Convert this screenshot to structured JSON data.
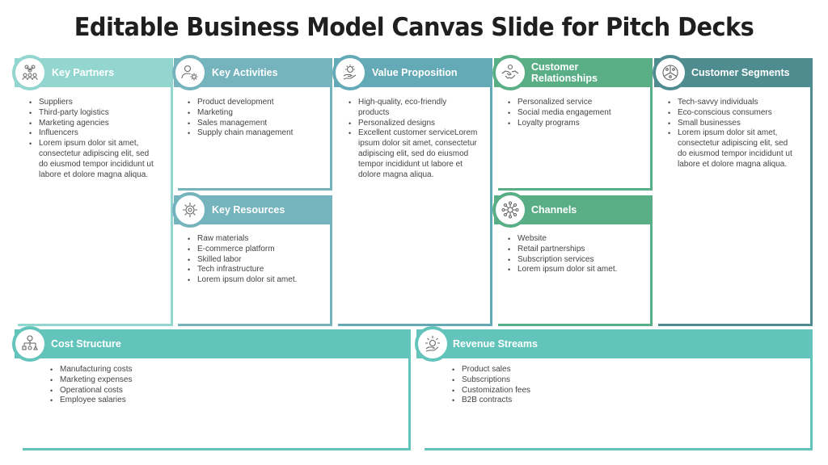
{
  "title": "Editable Business Model Canvas Slide for Pitch Decks",
  "colors": {
    "key_partners": "#93d6cf",
    "key_activities": "#75b3bd",
    "value_proposition": "#64aab6",
    "customer_relationships": "#5aae86",
    "customer_segments": "#4e8c90",
    "key_resources": "#75b3bd",
    "channels": "#5aae86",
    "cost_structure": "#63c4bb",
    "revenue_streams": "#63c4bb"
  },
  "blocks": {
    "key_partners": {
      "title": "Key Partners",
      "icon": "partners-network-icon",
      "items": [
        "Suppliers",
        "Third-party logistics",
        "Marketing agencies",
        "Influencers",
        "Lorem ipsum dolor sit amet, consectetur adipiscing elit, sed do eiusmod tempor incididunt ut labore et dolore magna aliqua."
      ]
    },
    "key_activities": {
      "title": "Key Activities",
      "icon": "person-gear-icon",
      "items": [
        "Product development",
        "Marketing",
        "Sales management",
        "Supply chain management"
      ]
    },
    "value_proposition": {
      "title": "Value Proposition",
      "icon": "hand-idea-icon",
      "items": [
        "High-quality, eco-friendly products",
        "Personalized designs",
        "Excellent customer serviceLorem ipsum dolor sit amet, consectetur adipiscing elit, sed do eiusmod tempor incididunt ut labore et dolore magna aliqua."
      ]
    },
    "customer_relationships": {
      "title_line1": "Customer",
      "title_line2": "Relationships",
      "icon": "handshake-icon",
      "items": [
        "Personalized service",
        "Social media engagement",
        "Loyalty programs"
      ]
    },
    "customer_segments": {
      "title": "Customer Segments",
      "icon": "segments-pie-icon",
      "items": [
        "Tech-savvy individuals",
        "Eco-conscious consumers",
        "Small businesses",
        "Lorem ipsum dolor sit amet, consectetur adipiscing elit, sed do eiusmod tempor incididunt ut labore et dolore magna aliqua."
      ]
    },
    "key_resources": {
      "title": "Key Resources",
      "icon": "resources-gear-icon",
      "items": [
        "Raw materials",
        "E-commerce platform",
        "Skilled labor",
        "Tech infrastructure",
        "Lorem ipsum dolor sit amet."
      ]
    },
    "channels": {
      "title": "Channels",
      "icon": "network-hub-icon",
      "items": [
        "Website",
        "Retail partnerships",
        "Subscription services",
        "Lorem ipsum dolor sit amet."
      ]
    },
    "cost_structure": {
      "title": "Cost Structure",
      "icon": "cost-hierarchy-icon",
      "items": [
        "Manufacturing costs",
        "Marketing expenses",
        "Operational costs",
        "Employee salaries"
      ]
    },
    "revenue_streams": {
      "title": "Revenue Streams",
      "icon": "hand-coin-icon",
      "items": [
        "Product sales",
        "Subscriptions",
        "Customization fees",
        "B2B contracts"
      ]
    }
  }
}
